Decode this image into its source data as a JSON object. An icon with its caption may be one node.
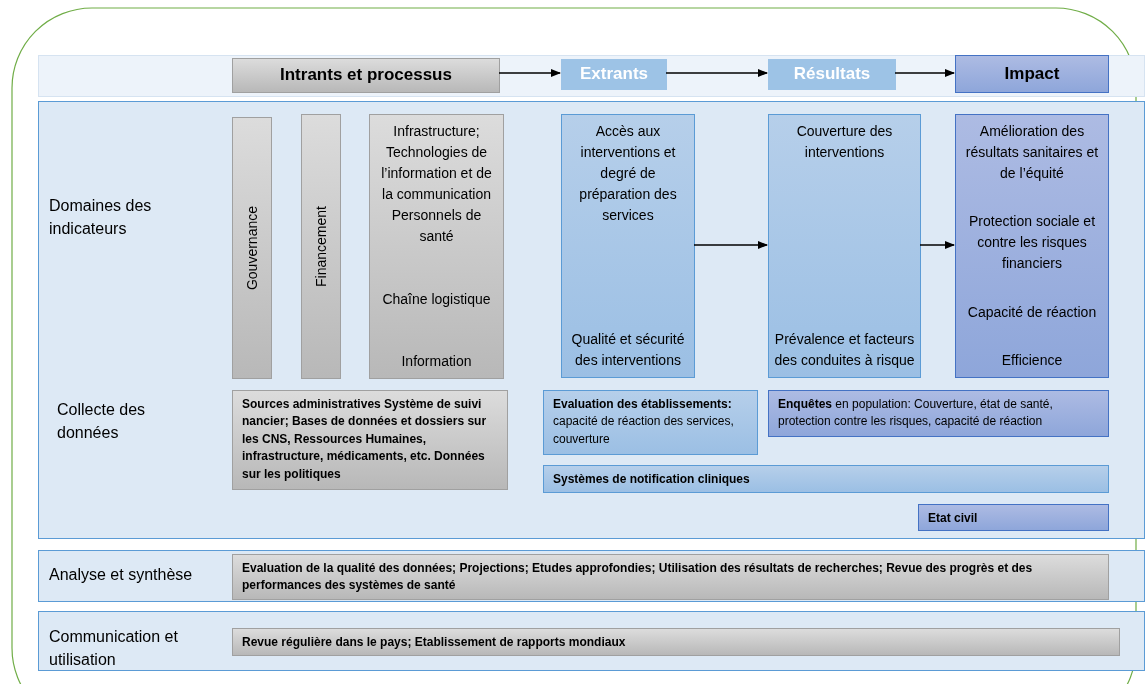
{
  "diagram": {
    "nodes": [
      {
        "text": [],
        "shape": "box"
      },
      {
        "text": [
          "Intrants et processus"
        ],
        "in": 0
      },
      {
        "text": [
          "Extrants"
        ],
        "in": 0
      },
      {
        "text": [
          "Résultats"
        ],
        "in": 0
      },
      {
        "text": [
          "Impact"
        ],
        "in": 0
      },
      {
        "text": [
          "Domaines des indicateurs",
          "Collecte des données"
        ]
      },
      {
        "text": [
          "Gouvernance"
        ],
        "in": 5
      },
      {
        "text": [
          "Financement"
        ],
        "in": 5
      },
      {
        "text": [
          "Infrastructure; Technologies de l’information et de la communication Personnels de santé",
          "Chaîne logistique",
          "Information"
        ],
        "in": 5
      },
      {
        "text": [
          "Accès aux interventions et degré de préparation des services",
          "Qualité et sécurité des interventions"
        ],
        "in": 5
      },
      {
        "text": [
          "Couverture des interventions",
          "Prévalence et facteurs des conduites à risque"
        ],
        "in": 5
      },
      {
        "text": [
          "Amélioration des résultats sanitaires et de l’équité",
          "Protection sociale et contre les risques financiers",
          "Capacité de réaction",
          "Efficience"
        ],
        "in": 5
      },
      {
        "text": [
          "Sources administratives Système de suivi nancier; Bases de données et dossiers sur les CNS, Ressources Humaines, infrastructure, médicaments, etc. Données sur les politiques"
        ],
        "in": 5
      },
      {
        "text": [
          "**Evaluation des établissements:** capacité de réaction des services, couverture"
        ],
        "in": 5
      },
      {
        "text": [
          "**Enquêtes** en population: Couverture, état de santé, protection contre les risques, capacité de réaction"
        ],
        "in": 5
      },
      {
        "text": [
          "Systèmes de notification cliniques"
        ],
        "in": 5
      },
      {
        "text": [
          "Etat civil"
        ],
        "in": 5
      },
      {
        "text": [
          "Analyse et synthèse"
        ]
      },
      {
        "text": [
          "Evaluation de la qualité des données; Projections; Etudes approfondies; Utilisation des résultats de recherches; Revue des progrès et des performances des systèmes de santé"
        ],
        "in": 17
      },
      {
        "text": [
          "Communication et utilisation"
        ]
      },
      {
        "text": [
          "Revue régulière dans le pays; Etablissement de rapports mondiaux"
        ],
        "in": 19
      }
    ],
    "edges": [
      {
        "from": 1,
        "to": 2,
        "arrow": "to"
      },
      {
        "from": 2,
        "to": 3,
        "arrow": "to"
      },
      {
        "from": 3,
        "to": 4,
        "arrow": "to"
      },
      {
        "from": 9,
        "to": 10,
        "arrow": "to"
      },
      {
        "from": 10,
        "to": 11,
        "arrow": "to"
      }
    ]
  }
}
